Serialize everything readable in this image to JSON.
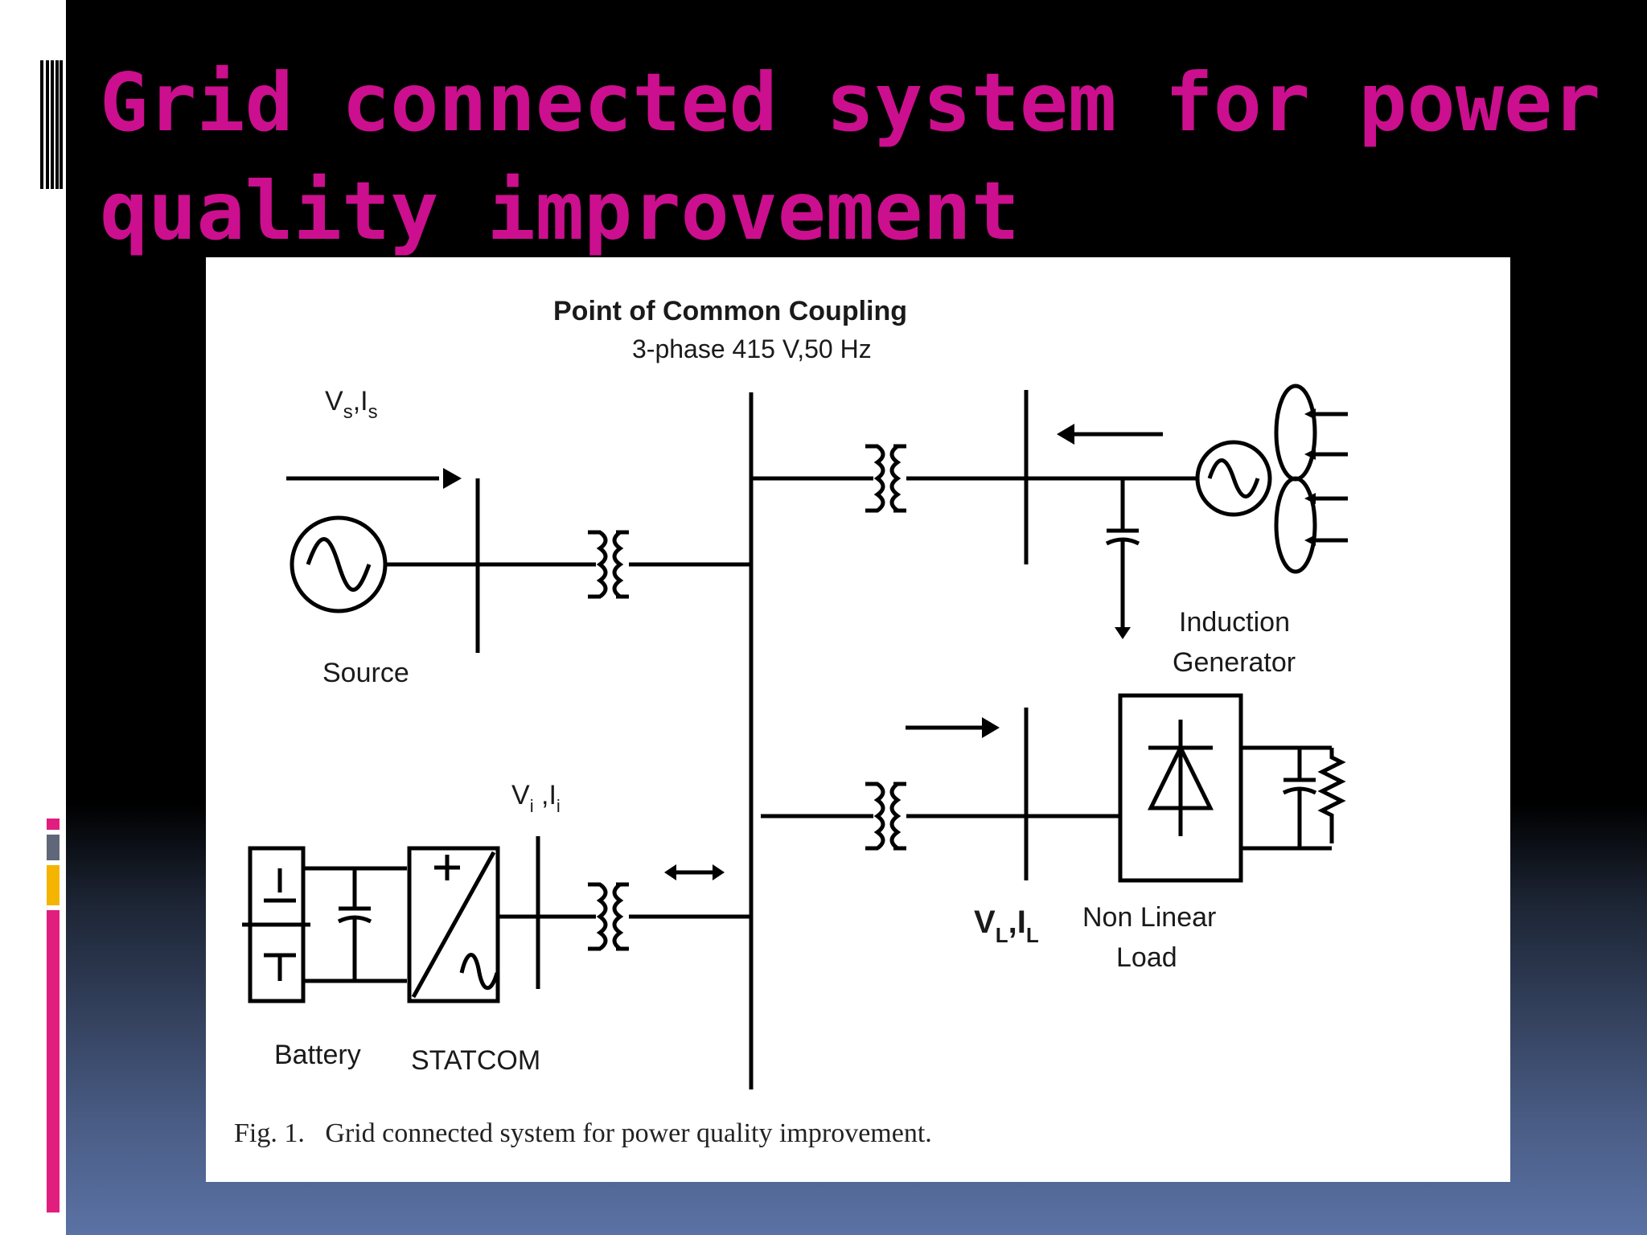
{
  "slide": {
    "title": "Grid connected system for power quality improvement",
    "accent_color": "#cc0f8e"
  },
  "diagram": {
    "pcc_label": "Point of Common Coupling",
    "pcc_spec": "3-phase 415 V,50 Hz",
    "source_vars": "V",
    "source_vars_sub1": "s",
    "source_vars_mid": ",I",
    "source_vars_sub2": "s",
    "source_label": "Source",
    "induction_generator_label_line1": "Induction",
    "induction_generator_label_line2": "Generator",
    "statcom_vars": "V",
    "statcom_vars_sub1": "i",
    "statcom_vars_mid": " ,I",
    "statcom_vars_sub2": "i",
    "load_vars": "V",
    "load_vars_sub1": "L",
    "load_vars_mid": ",I",
    "load_vars_sub2": "L",
    "nonlinear_load_label_line1": "Non Linear",
    "nonlinear_load_label_line2": "Load",
    "battery_label": "Battery",
    "statcom_label": "STATCOM",
    "caption": "Fig. 1.   Grid connected system for power quality improvement."
  }
}
